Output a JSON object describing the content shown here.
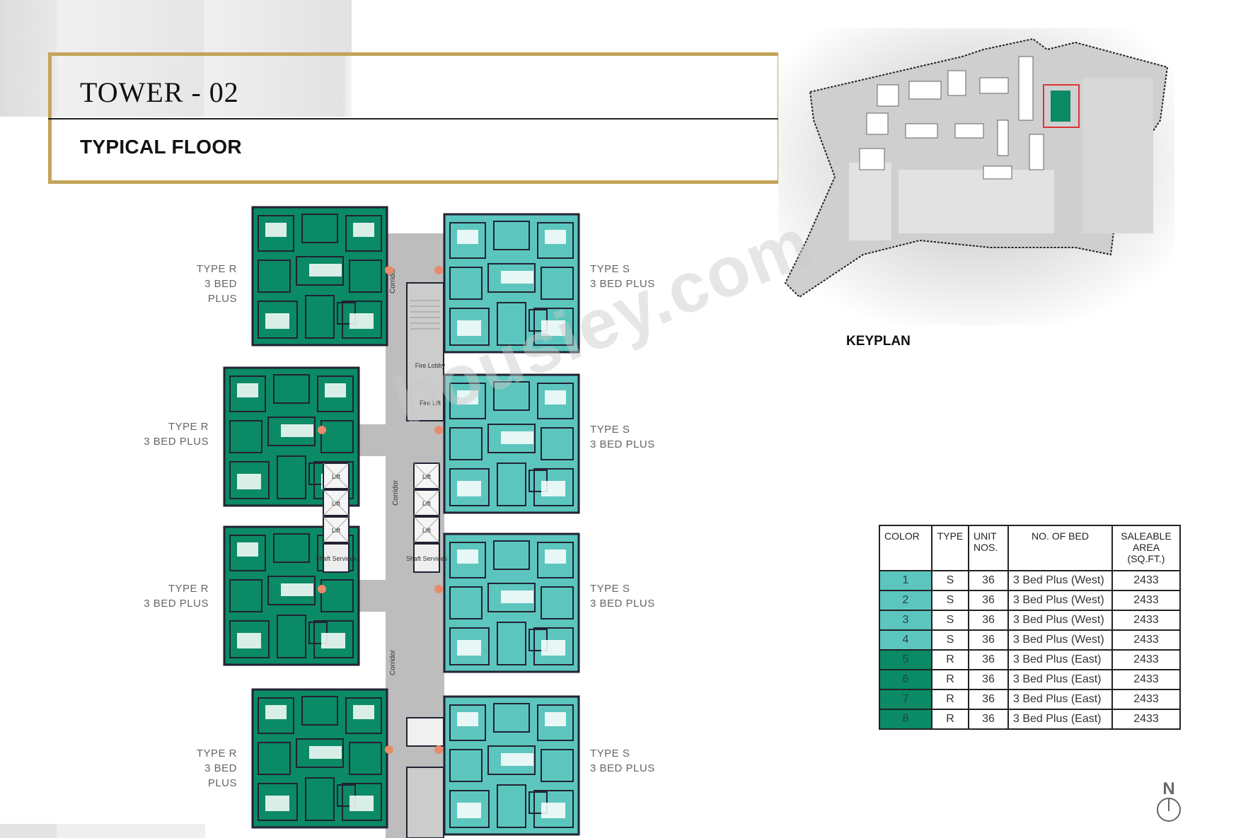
{
  "header": {
    "title": "TOWER - 02",
    "subtitle": "TYPICAL FLOOR"
  },
  "unit_labels": [
    {
      "type": "TYPE R",
      "desc": "3 BED PLUS"
    },
    {
      "type": "TYPE S",
      "desc": "3 BED PLUS"
    },
    {
      "type": "TYPE R",
      "desc": "3 BED PLUS"
    },
    {
      "type": "TYPE S",
      "desc": "3 BED PLUS"
    },
    {
      "type": "TYPE R",
      "desc": "3 BED PLUS"
    },
    {
      "type": "TYPE S",
      "desc": "3 BED PLUS"
    },
    {
      "type": "TYPE R",
      "desc": "3 BED PLUS"
    },
    {
      "type": "TYPE S",
      "desc": "3 BED PLUS"
    }
  ],
  "core": {
    "corridor": "Corridor",
    "fire_lobby": "Fire Lobby",
    "fire_lift": "Fire Lift",
    "lift": "Lift",
    "shaft": "Shaft Services"
  },
  "keyplan_label": "KEYPLAN",
  "watermark": "housiey.com",
  "north": "N",
  "colors": {
    "type_s": "#5cc6be",
    "type_r": "#0b8a66",
    "gold": "#c4a45a"
  },
  "table": {
    "headers": [
      "COLOR",
      "TYPE",
      "UNIT NOS.",
      "NO. OF BED",
      "SALEABLE AREA (SQ.FT.)"
    ],
    "rows": [
      {
        "color": "1",
        "type": "S",
        "units": "36",
        "bed": "3 Bed Plus (West)",
        "area": "2433"
      },
      {
        "color": "2",
        "type": "S",
        "units": "36",
        "bed": "3 Bed Plus (West)",
        "area": "2433"
      },
      {
        "color": "3",
        "type": "S",
        "units": "36",
        "bed": "3 Bed Plus (West)",
        "area": "2433"
      },
      {
        "color": "4",
        "type": "S",
        "units": "36",
        "bed": "3 Bed Plus (West)",
        "area": "2433"
      },
      {
        "color": "5",
        "type": "R",
        "units": "36",
        "bed": "3 Bed Plus (East)",
        "area": "2433"
      },
      {
        "color": "6",
        "type": "R",
        "units": "36",
        "bed": "3 Bed Plus (East)",
        "area": "2433"
      },
      {
        "color": "7",
        "type": "R",
        "units": "36",
        "bed": "3 Bed Plus (East)",
        "area": "2433"
      },
      {
        "color": "8",
        "type": "R",
        "units": "36",
        "bed": "3 Bed Plus (East)",
        "area": "2433"
      }
    ]
  }
}
